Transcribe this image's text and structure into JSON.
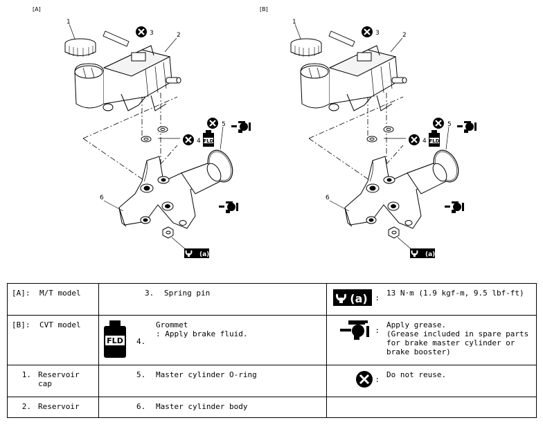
{
  "figure": {
    "label_a": "[A]",
    "label_b": "[B]",
    "callouts": [
      "1",
      "2",
      "3",
      "4",
      "5",
      "6"
    ],
    "torque_tag": "(a)",
    "fld_tag": "FLD"
  },
  "legend": {
    "rows": [
      {
        "c1_key": "[A]:",
        "c1_val": "M/T model",
        "c2_key": "3.",
        "c2_val": "Spring pin",
        "c3_icon": "torque-wrench-icon",
        "c3_sep": ":",
        "c3_val": "13 N·m (1.9 kgf-m, 9.5 lbf-ft)"
      },
      {
        "c1_key": "[B]:",
        "c1_val": "CVT model",
        "c2_key": "4.",
        "c2_val": "Grommet\n: Apply brake fluid.",
        "c3_icon": "grease-gun-icon",
        "c3_sep": ":",
        "c3_val": "Apply grease.\n(Grease included in spare parts for brake master cylinder or brake booster)"
      },
      {
        "c1_key": "1.",
        "c1_val": "Reservoir cap",
        "c2_key": "5.",
        "c2_val": "Master cylinder O-ring",
        "c3_icon": "do-not-reuse-icon",
        "c3_sep": ":",
        "c3_val": "Do not reuse."
      },
      {
        "c1_key": "2.",
        "c1_val": "Reservoir",
        "c2_key": "6.",
        "c2_val": "Master cylinder body",
        "c3_icon": "",
        "c3_sep": "",
        "c3_val": ""
      }
    ]
  }
}
